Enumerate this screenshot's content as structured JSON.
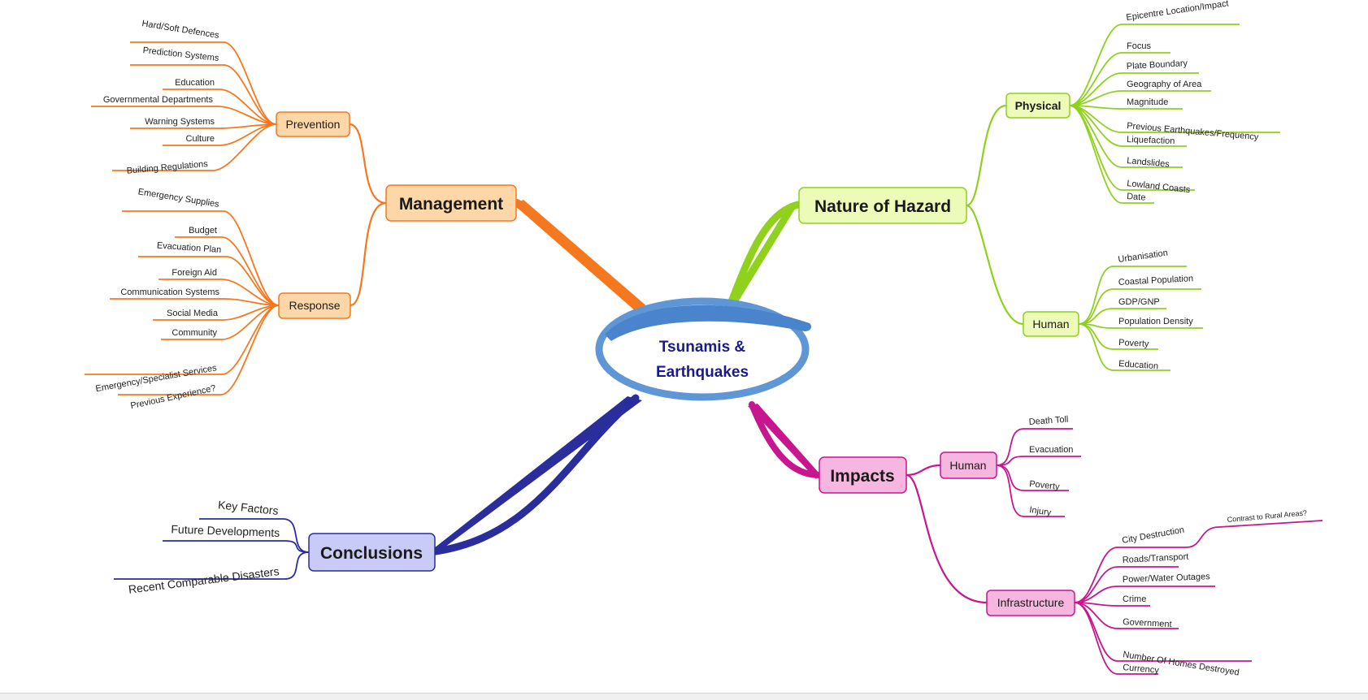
{
  "center": {
    "line1": "Tsunamis &",
    "line2": "Earthquakes"
  },
  "colors": {
    "management": "#f5781f",
    "management_fill": "#fdd7a7",
    "hazard": "#8fd11c",
    "hazard_fill": "#ecfbb8",
    "impacts": "#c8168f",
    "impacts_fill": "#f7b6df",
    "conclusions": "#2a2d9c",
    "conclusions_fill": "#c9cbf7",
    "center": "#5f96d6",
    "center_text": "#1a1a8c"
  },
  "management": {
    "label": "Management",
    "prevention": {
      "label": "Prevention",
      "leaves": [
        "Hard/Soft Defences",
        "Prediction Systems",
        "Education",
        "Governmental Departments",
        "Warning Systems",
        "Culture",
        "Building Regulations"
      ]
    },
    "response": {
      "label": "Response",
      "leaves": [
        "Emergency Supplies",
        "Budget",
        "Evacuation Plan",
        "Foreign Aid",
        "Communication Systems",
        "Social Media",
        "Community",
        "Emergency/Specialist Services",
        "Previous Experience?"
      ]
    }
  },
  "hazard": {
    "label": "Nature of Hazard",
    "physical": {
      "label": "Physical",
      "leaves": [
        "Epicentre Location/Impact",
        "Focus",
        "Plate Boundary",
        "Geography of Area",
        "Magnitude",
        "Previous Earthquakes/Frequency",
        "Liquefaction",
        "Landslides",
        "Lowland Coasts",
        "Date"
      ]
    },
    "human": {
      "label": "Human",
      "leaves": [
        "Urbanisation",
        "Coastal Population",
        "GDP/GNP",
        "Population Density",
        "Poverty",
        "Education"
      ]
    }
  },
  "impacts": {
    "label": "Impacts",
    "human": {
      "label": "Human",
      "leaves": [
        "Death Toll",
        "Evacuation",
        "Poverty",
        "Injury"
      ]
    },
    "infrastructure": {
      "label": "Infrastructure",
      "leaves": [
        "City Destruction",
        "Roads/Transport",
        "Power/Water Outages",
        "Crime",
        "Government",
        "Number Of Homes Destroyed",
        "Currency"
      ],
      "sub_leaf": "Contrast to Rural Areas?"
    }
  },
  "conclusions": {
    "label": "Conclusions",
    "leaves": [
      "Key Factors",
      "Future Developments",
      "Recent Comparable Disasters"
    ]
  }
}
